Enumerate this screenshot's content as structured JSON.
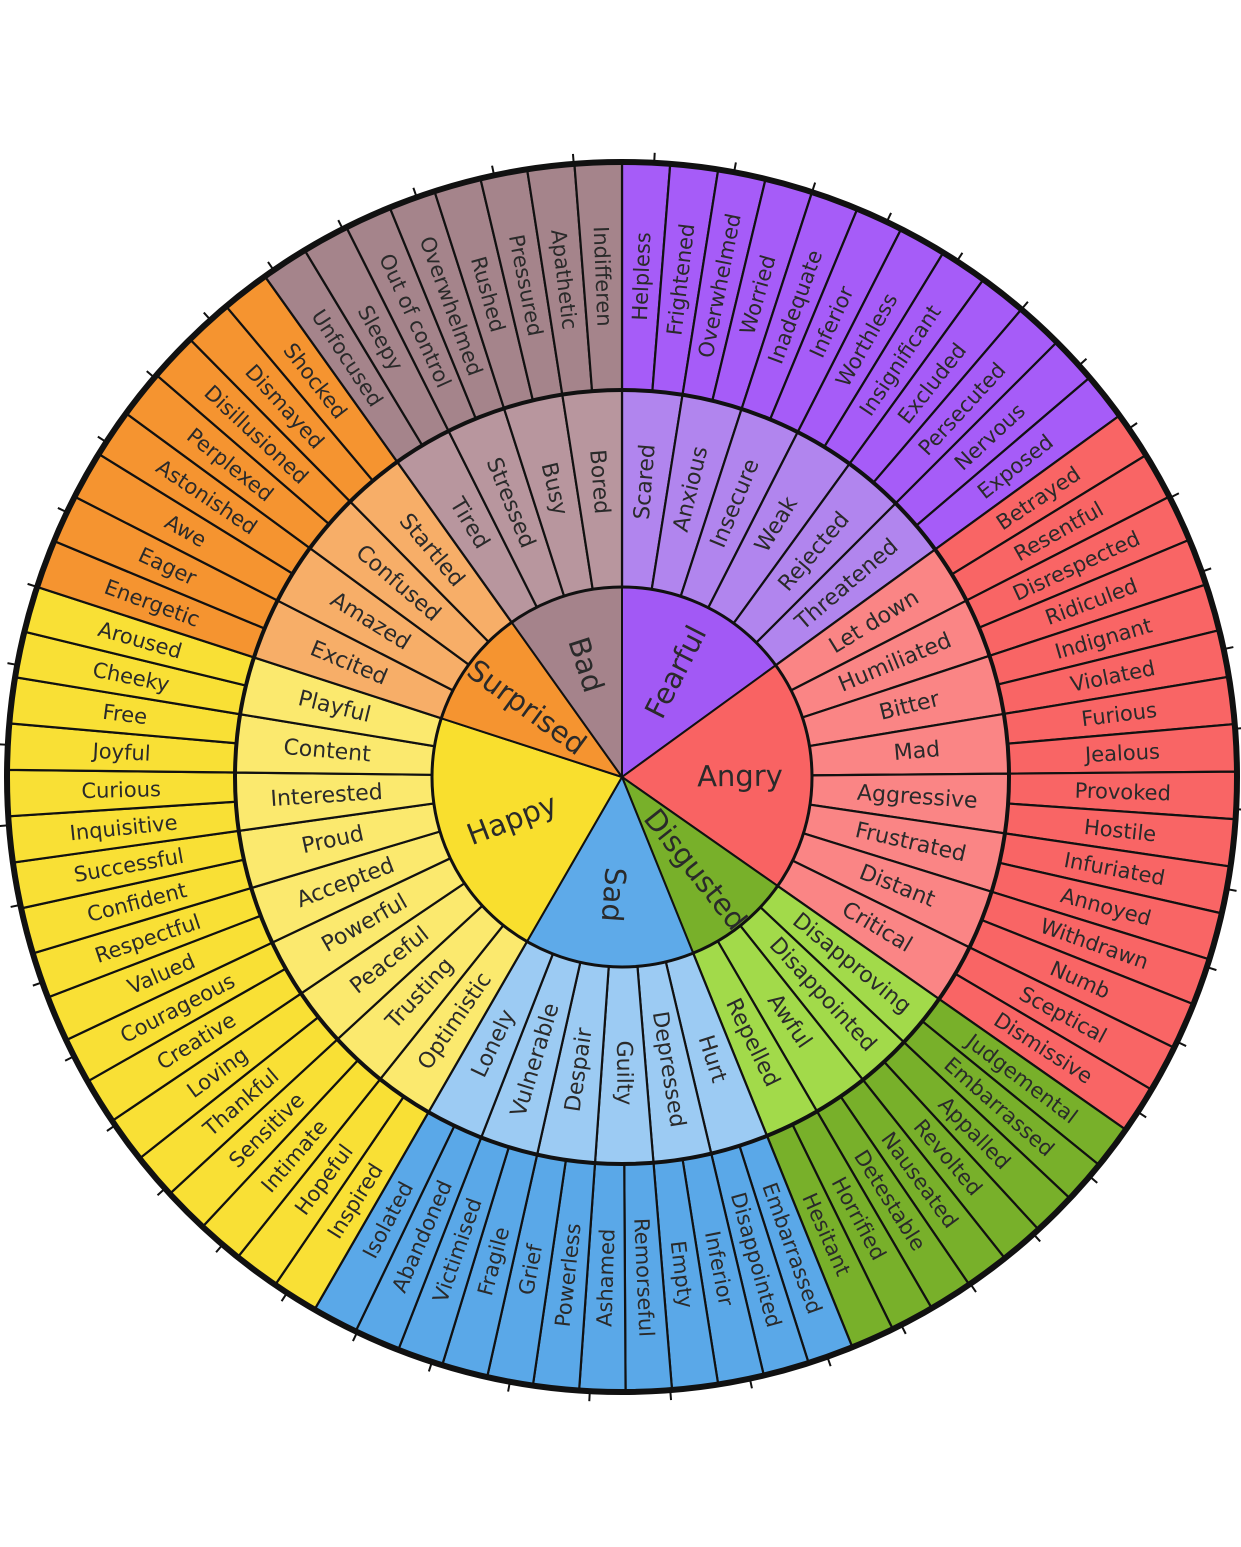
{
  "wheel": {
    "core": [
      {
        "label": "Fearful",
        "color": "#a259f5",
        "mid_color": "#b185ee",
        "outer_color": "#a65cf8",
        "middle": [
          "Scared",
          "Anxious",
          "Insecure",
          "Weak",
          "Rejected",
          "Threatened"
        ],
        "outer": [
          "Helpless",
          "Frightened",
          "Overwhelmed",
          "Worried",
          "Inadequate",
          "Inferior",
          "Worthless",
          "Insignificant",
          "Excluded",
          "Persecuted",
          "Nervous",
          "Exposed"
        ]
      },
      {
        "label": "Angry",
        "color": "#f96363",
        "mid_color": "#fa8585",
        "outer_color": "#f96565",
        "middle": [
          "Let down",
          "Humiliated",
          "Bitter",
          "Mad",
          "Aggressive",
          "Frustrated",
          "Distant",
          "Critical"
        ],
        "outer": [
          "Betrayed",
          "Resentful",
          "Disrespected",
          "Ridiculed",
          "Indignant",
          "Violated",
          "Furious",
          "Jealous",
          "Provoked",
          "Hostile",
          "Infuriated",
          "Annoyed",
          "Withdrawn",
          "Numb",
          "Sceptical",
          "Dismissive"
        ]
      },
      {
        "label": "Disgusted",
        "color": "#78b02a",
        "mid_color": "#a2da4a",
        "outer_color": "#78b02a",
        "middle": [
          "Disapproving",
          "Disappointed",
          "Awful",
          "Repelled"
        ],
        "outer": [
          "Judgemental",
          "Embarrassed",
          "Appalled",
          "Revolted",
          "Nauseated",
          "Detestable",
          "Horrified",
          "Hesitant"
        ]
      },
      {
        "label": "Sad",
        "color": "#5eaae9",
        "mid_color": "#9ccbf3",
        "outer_color": "#5aa8e8",
        "middle": [
          "Hurt",
          "Depressed",
          "Guilty",
          "Despair",
          "Vulnerable",
          "Lonely"
        ],
        "outer": [
          "Embarrassed",
          "Disappointed",
          "Inferior",
          "Empty",
          "Remorseful",
          "Ashamed",
          "Powerless",
          "Grief",
          "Fragile",
          "Victimised",
          "Abandoned",
          "Isolated"
        ]
      },
      {
        "label": "Happy",
        "color": "#f9df2e",
        "mid_color": "#fbe96e",
        "outer_color": "#f9e035",
        "middle": [
          "Optimistic",
          "Trusting",
          "Peaceful",
          "Powerful",
          "Accepted",
          "Proud",
          "Interested",
          "Content",
          "Playful"
        ],
        "outer": [
          "Inspired",
          "Hopeful",
          "Intimate",
          "Sensitive",
          "Thankful",
          "Loving",
          "Creative",
          "Courageous",
          "Valued",
          "Respectful",
          "Confident",
          "Successful",
          "Inquisitive",
          "Curious",
          "Joyful",
          "Free",
          "Cheeky",
          "Aroused"
        ]
      },
      {
        "label": "Surprised",
        "color": "#f59430",
        "mid_color": "#f7ae68",
        "outer_color": "#f59430",
        "middle": [
          "Excited",
          "Amazed",
          "Confused",
          "Startled"
        ],
        "outer": [
          "Energetic",
          "Eager",
          "Awe",
          "Astonished",
          "Perplexed",
          "Disillusioned",
          "Dismayed",
          "Shocked"
        ]
      },
      {
        "label": "Bad",
        "color": "#a5838b",
        "mid_color": "#b8969e",
        "outer_color": "#a5848b",
        "middle": [
          "Tired",
          "Stressed",
          "Busy",
          "Bored"
        ],
        "outer": [
          "Unfocused",
          "Sleepy",
          "Out of control",
          "Overwhelmed",
          "Rushed",
          "Pressured",
          "Apathetic",
          "Indifferen"
        ]
      }
    ]
  }
}
